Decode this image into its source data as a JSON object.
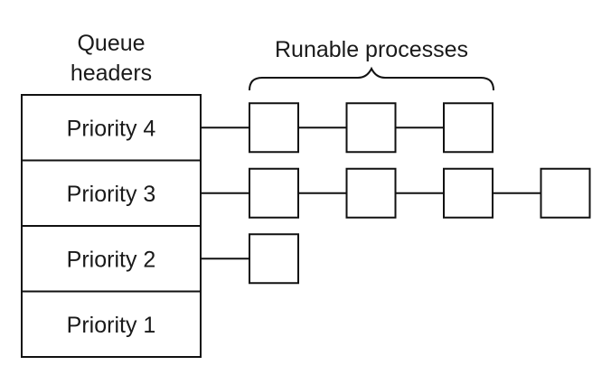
{
  "header": {
    "queue_title_line1": "Queue",
    "queue_title_line2": "headers",
    "processes_title": "Runable processes"
  },
  "queues": [
    {
      "label": "Priority 4",
      "process_count": 3
    },
    {
      "label": "Priority 3",
      "process_count": 4
    },
    {
      "label": "Priority 2",
      "process_count": 1
    },
    {
      "label": "Priority 1",
      "process_count": 0
    }
  ],
  "colors": {
    "stroke": "#111111",
    "text": "#1a1a1a",
    "background": "#ffffff"
  }
}
